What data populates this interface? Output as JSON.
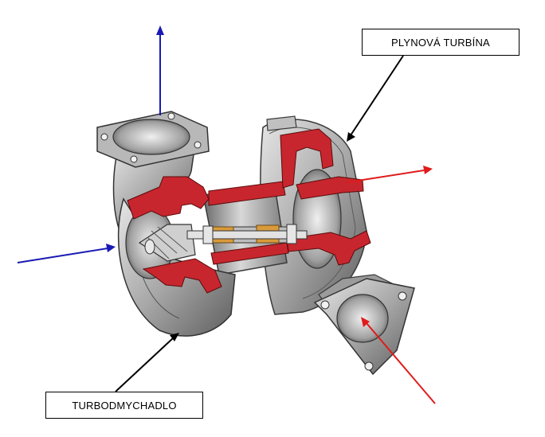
{
  "labels": {
    "turbine": "PLYNOVÁ TURBÍNA",
    "compressor": "TURBODMYCHADLO"
  },
  "colors": {
    "air_flow": "#1a1ab4",
    "gas_flow": "#e01b1b",
    "section_cut": "#c8262e",
    "metal_light": "#d4d4d4",
    "metal_mid": "#a9a9a9",
    "metal_dark": "#6e6e6e",
    "bearing": "#d99a3a",
    "pointer": "#000000"
  },
  "icons": [
    "air-inlet-arrow",
    "air-outlet-arrow",
    "exhaust-outlet-arrow",
    "exhaust-inlet-arrow"
  ]
}
